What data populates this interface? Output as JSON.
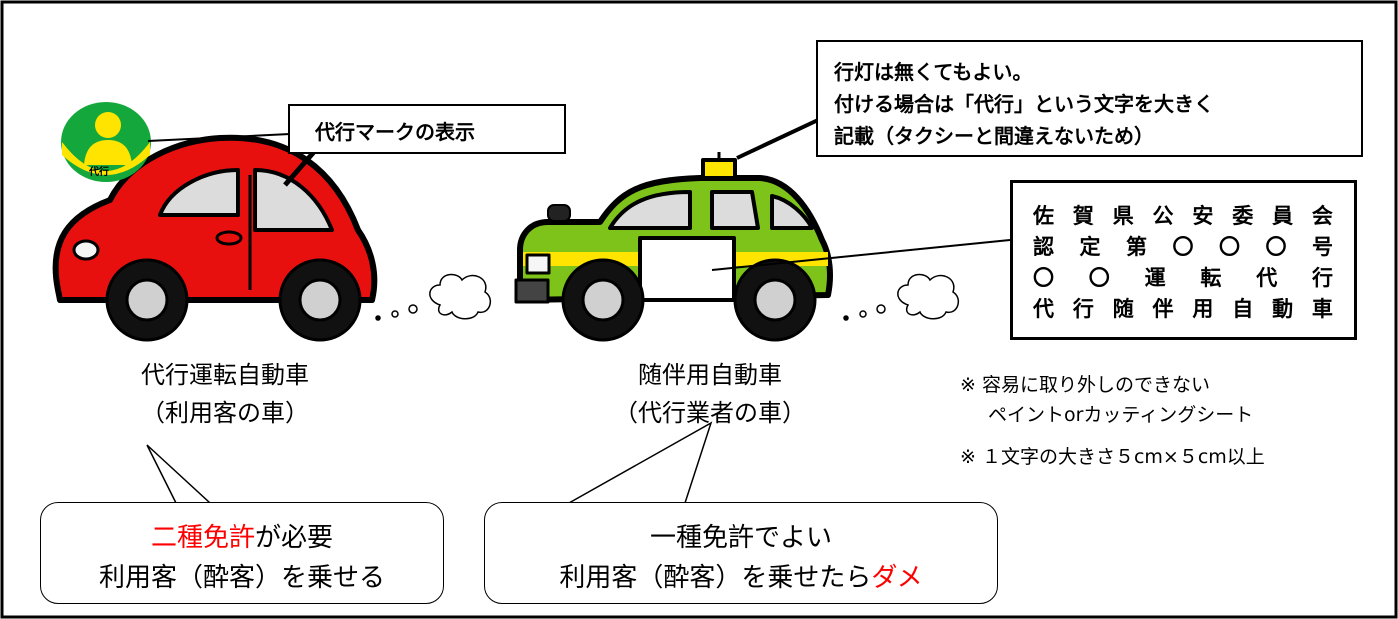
{
  "daiko_mark": {
    "text": "代行"
  },
  "callouts": {
    "mark_label": "代行マークの表示",
    "andon_line1": "行灯は無くてもよい。",
    "andon_line2": "付ける場合は「代行」という文字を大きく",
    "andon_line3": "記載（タクシーと間違えないため）"
  },
  "plate": {
    "rows": [
      [
        "佐",
        "賀",
        "県",
        "公",
        "安",
        "委",
        "員",
        "会"
      ],
      [
        "認",
        "定",
        "第",
        "〇",
        "〇",
        "〇",
        "号"
      ],
      [
        "〇",
        "〇",
        "運",
        "転",
        "代",
        "行"
      ],
      [
        "代",
        "行",
        "随",
        "伴",
        "用",
        "自",
        "動",
        "車"
      ]
    ]
  },
  "notes": {
    "note1_line1": "※ 容易に取り外しのできない",
    "note1_line2": "ペイントorカッティングシート",
    "note2": "※ １文字の大きさ５cm×５cm以上"
  },
  "cars": {
    "red": {
      "name": "代行運転自動車",
      "sub": "（利用客の車）"
    },
    "green": {
      "name": "随伴用自動車",
      "sub": "（代行業者の車）"
    }
  },
  "bubbles": {
    "left": {
      "line1_red": "二種免許",
      "line1_rest": "が必要",
      "line2": "利用客（酔客）を乗せる"
    },
    "right": {
      "line1": "一種免許でよい",
      "line2_plain": "利用客（酔客）を乗せたら",
      "line2_red": "ダメ"
    }
  },
  "colors": {
    "red_car": "#e8100f",
    "green_car": "#7dc31a",
    "yellow": "#ffe400",
    "alert_red": "#ff0000"
  }
}
